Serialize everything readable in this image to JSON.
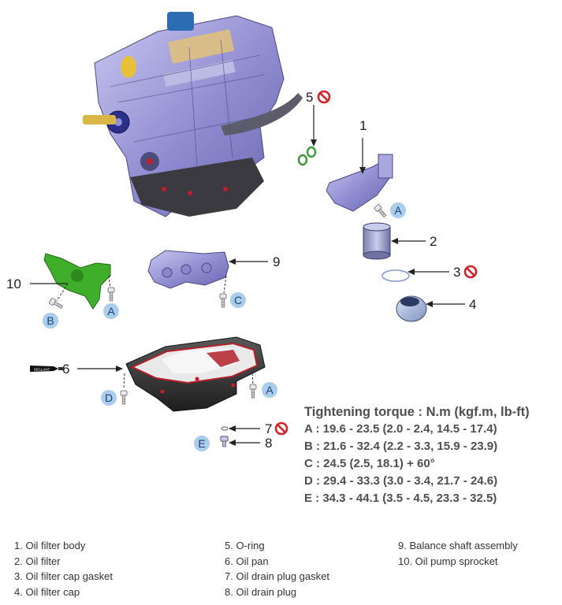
{
  "callouts": {
    "n1": "1",
    "n2": "2",
    "n3": "3",
    "n4": "4",
    "n5": "5",
    "n6": "6",
    "n7": "7",
    "n8": "8",
    "n9": "9",
    "n10": "10"
  },
  "torque_letters": {
    "a": "A",
    "b": "B",
    "c": "C",
    "d": "D",
    "e": "E"
  },
  "sealant_label": "SEALANT",
  "torque": {
    "title": "Tightening torque : N.m (kgf.m, lb-ft)",
    "rows": [
      "A : 19.6 - 23.5 (2.0 - 2.4, 14.5 - 17.4)",
      "B : 21.6 - 32.4 (2.2 - 3.3, 15.9 - 23.9)",
      "C : 24.5 (2.5, 18.1) + 60°",
      "D : 29.4 - 33.3 (3.0 - 3.4, 21.7 - 24.6)",
      "E : 34.3 - 44.1 (3.5 - 4.5, 23.3 - 32.5)"
    ]
  },
  "legend": {
    "col1": [
      "1. Oil filter body",
      "2. Oil filter",
      "3. Oil filter cap gasket",
      "4. Oil filter cap"
    ],
    "col2": [
      "5. O-ring",
      "6. Oil pan",
      "7. Oil drain plug gasket",
      "8. Oil drain plug"
    ],
    "col3": [
      "9. Balance shaft assembly",
      "10. Oil pump sprocket"
    ]
  },
  "icons": [
    "engine-illustration",
    "no-reuse-icon",
    "bolt-icon",
    "sealant-tube-icon"
  ],
  "colors": {
    "engine_body": "#9a96d8",
    "oil_pan": "#2e2e2e",
    "sealant_red": "#b3202a",
    "pump_green": "#3fae2a",
    "letter_bubble": "#a9cdea",
    "no_reuse_red": "#d2232a",
    "torque_text": "#4f4f4f"
  }
}
